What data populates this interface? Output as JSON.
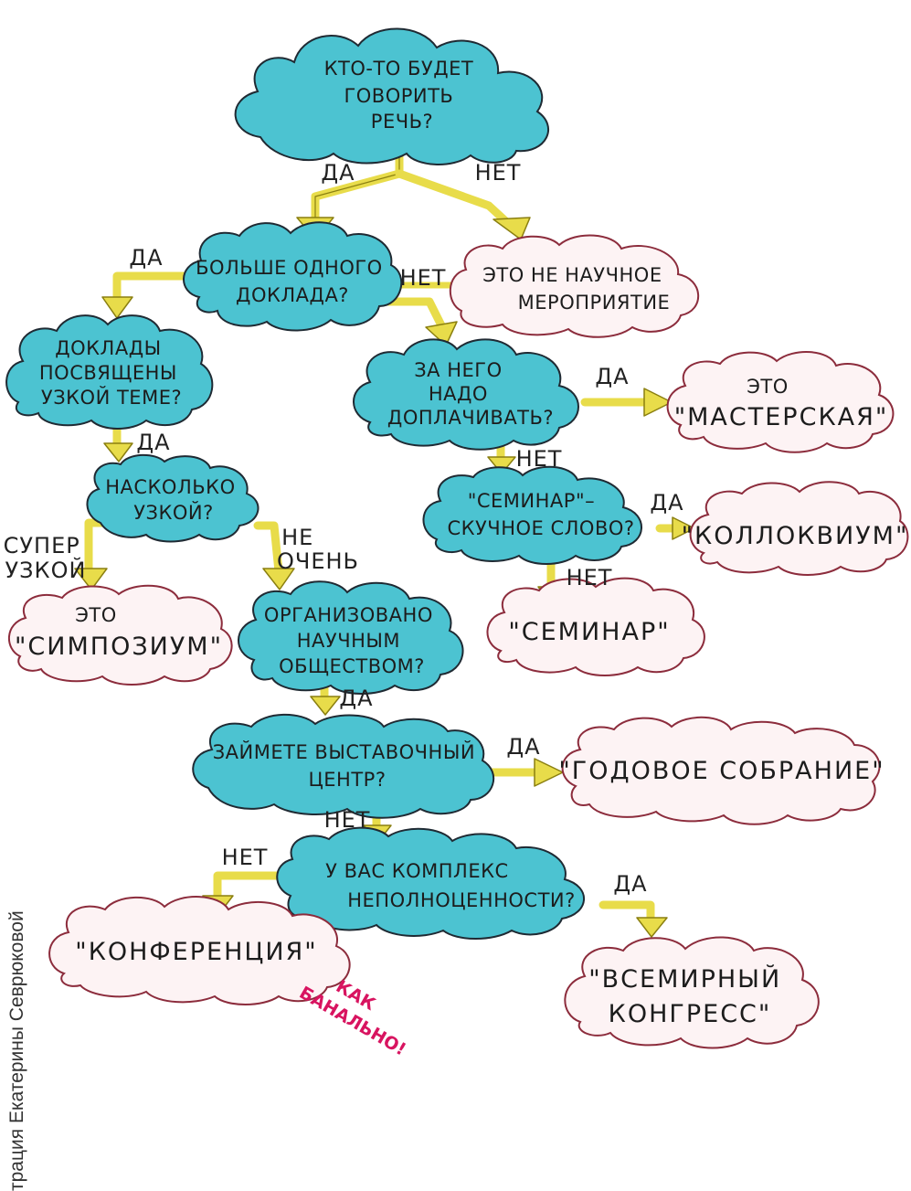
{
  "questions": {
    "q1": [
      "КТО-ТО БУДЕТ",
      "ГОВОРИТЬ",
      "РЕЧЬ?"
    ],
    "q2": [
      "БОЛЬШЕ ОДНОГО",
      "ДОКЛАДА?"
    ],
    "q3": [
      "ДОКЛАДЫ",
      "ПОСВЯЩЕНЫ",
      "УЗКОЙ ТЕМЕ?"
    ],
    "q4": [
      "НАСКОЛЬКО",
      "УЗКОЙ?"
    ],
    "q5": [
      "ЗА НЕГО",
      "НАДО",
      "ДОПЛАЧИВАТЬ?"
    ],
    "q6": [
      "\"СЕМИНАР\"–",
      "СКУЧНОЕ СЛОВО?"
    ],
    "q7": [
      "ОРГАНИЗОВАНО",
      "НАУЧНЫМ",
      "ОБЩЕСТВОМ?"
    ],
    "q8": [
      "ЗАЙМЕТЕ ВЫСТАВОЧНЫЙ",
      "ЦЕНТР?"
    ],
    "q9": [
      "У ВАС КОМПЛЕКС",
      "НЕПОЛНОЦЕННОСТИ?"
    ]
  },
  "results": {
    "not_scientific": [
      "ЭТО НЕ НАУЧНОЕ",
      "МЕРОПРИЯТИЕ"
    ],
    "workshop": [
      "ЭТО",
      "\"МАСТЕРСКАЯ\""
    ],
    "colloquium": "\"КОЛЛОКВИУМ\"",
    "seminar": "\"СЕМИНАР\"",
    "symposium": [
      "ЭТО",
      "\"СИМПОЗИУМ\""
    ],
    "annual_meeting": "\"ГОДОВОЕ СОБРАНИЕ\"",
    "conference": "\"КОНФЕРЕНЦИЯ\"",
    "world_congress": [
      "\"ВСЕМИРНЫЙ",
      "КОНГРЕСС\""
    ]
  },
  "edge_labels": {
    "q1_yes": "ДА",
    "q1_no": "НЕТ",
    "q2_yes": "ДА",
    "q2_no": "НЕТ",
    "q3_yes": "ДА",
    "q4_super": [
      "СУПЕР",
      "УЗКОЙ"
    ],
    "q4_not_very": [
      "НЕ",
      "ОЧЕНЬ"
    ],
    "q5_yes": "ДА",
    "q5_no": "НЕТ",
    "q6_yes": "ДА",
    "q6_no": "НЕТ",
    "q7_yes": "ДА",
    "q8_yes": "ДА",
    "q8_no": "НЕТ",
    "q9_no": "НЕТ",
    "q9_yes": "ДА"
  },
  "note": [
    "КАК",
    "БАНАЛЬНО!"
  ],
  "credit": "трация Екатерины Севрюковой",
  "colors": {
    "question_fill": "#4cc3d1",
    "question_stroke": "#1f2a33",
    "result_fill": "#fdf3f4",
    "result_stroke": "#8c2c3c",
    "arrow": "#e8dc4a",
    "arrow_outline": "#8a7f10",
    "note": "#d81460"
  }
}
